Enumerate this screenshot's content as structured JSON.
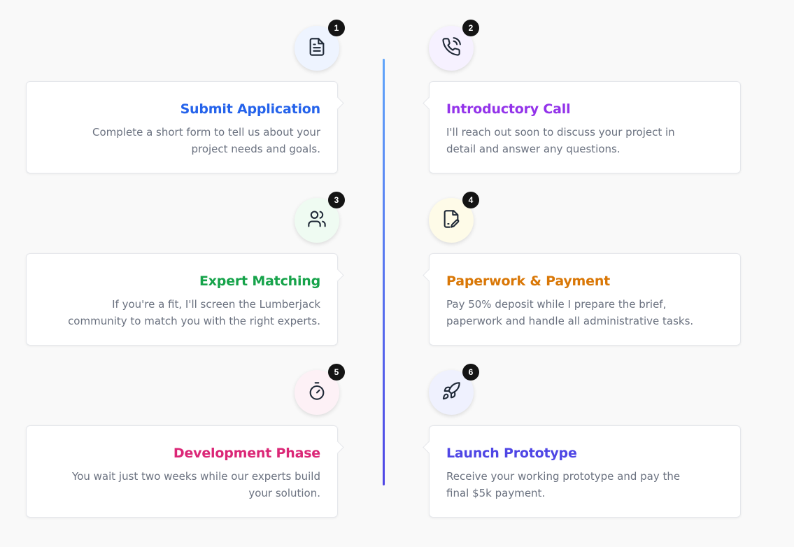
{
  "steps": [
    {
      "number": "1",
      "title": "Submit Application",
      "description": "Complete a short form to tell us about your project needs and goals.",
      "icon": "document-icon",
      "title_color": "#2563eb",
      "icon_bg": "#eef4ff"
    },
    {
      "number": "2",
      "title": "Introductory Call",
      "description": "I'll reach out soon to discuss your project in detail and answer any questions.",
      "icon": "phone-call-icon",
      "title_color": "#9333ea",
      "icon_bg": "#f6f1ff"
    },
    {
      "number": "3",
      "title": "Expert Matching",
      "description": "If you're a fit, I'll screen the Lumberjack community to match you with the right experts.",
      "icon": "users-icon",
      "title_color": "#16a34a",
      "icon_bg": "#effbf2"
    },
    {
      "number": "4",
      "title": "Paperwork & Payment",
      "description": "Pay 50% deposit while I prepare the brief, paperwork and handle all administrative tasks.",
      "icon": "file-signature-icon",
      "title_color": "#d97706",
      "icon_bg": "#fefbe8"
    },
    {
      "number": "5",
      "title": "Development Phase",
      "description": "You wait just two weeks while our experts build your solution.",
      "icon": "timer-icon",
      "title_color": "#db2777",
      "icon_bg": "#fdf1f6"
    },
    {
      "number": "6",
      "title": "Launch Prototype",
      "description": "Receive your working prototype and pay the final $5k payment.",
      "icon": "rocket-icon",
      "title_color": "#4f46e5",
      "icon_bg": "#eff1fe"
    }
  ]
}
